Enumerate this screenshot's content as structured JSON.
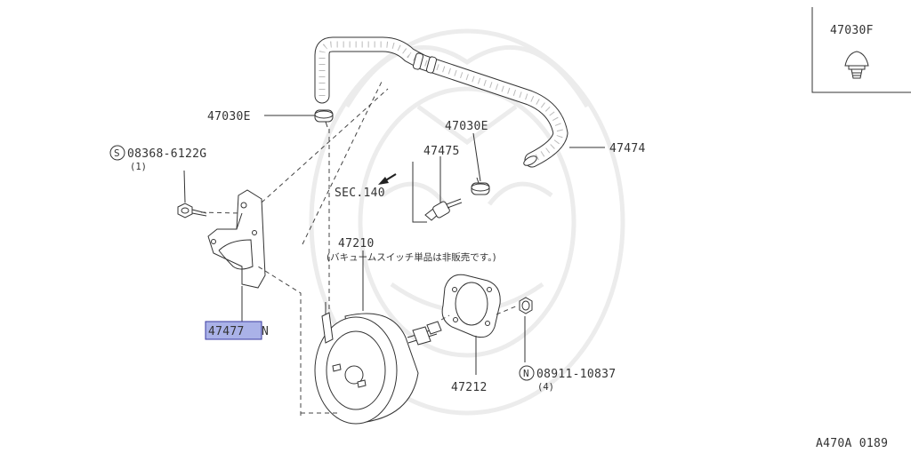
{
  "labels": {
    "p47030f": "47030F",
    "p47030e_a": "47030E",
    "p47030e_b": "47030E",
    "p47474": "47474",
    "p47475": "47475",
    "sec": "SEC.140",
    "bolt_code": "08368-6122G",
    "bolt_qty": "(1)",
    "p47210": "47210",
    "note_jp": "(バキュームスイッチ単品は非販売です。)",
    "p47212": "47212",
    "nut_code": "08911-10837",
    "nut_qty": "(4)",
    "p47477": "47477",
    "p47477_suffix": "N",
    "diagram_code": "A470A 0189"
  },
  "symbols": {
    "bolt_prefix": "S",
    "nut_prefix": "N"
  },
  "colors": {
    "highlight_fill": "#aab2e8",
    "highlight_border": "#3a3aa0",
    "line": "#333333",
    "watermark": "#ececec"
  }
}
